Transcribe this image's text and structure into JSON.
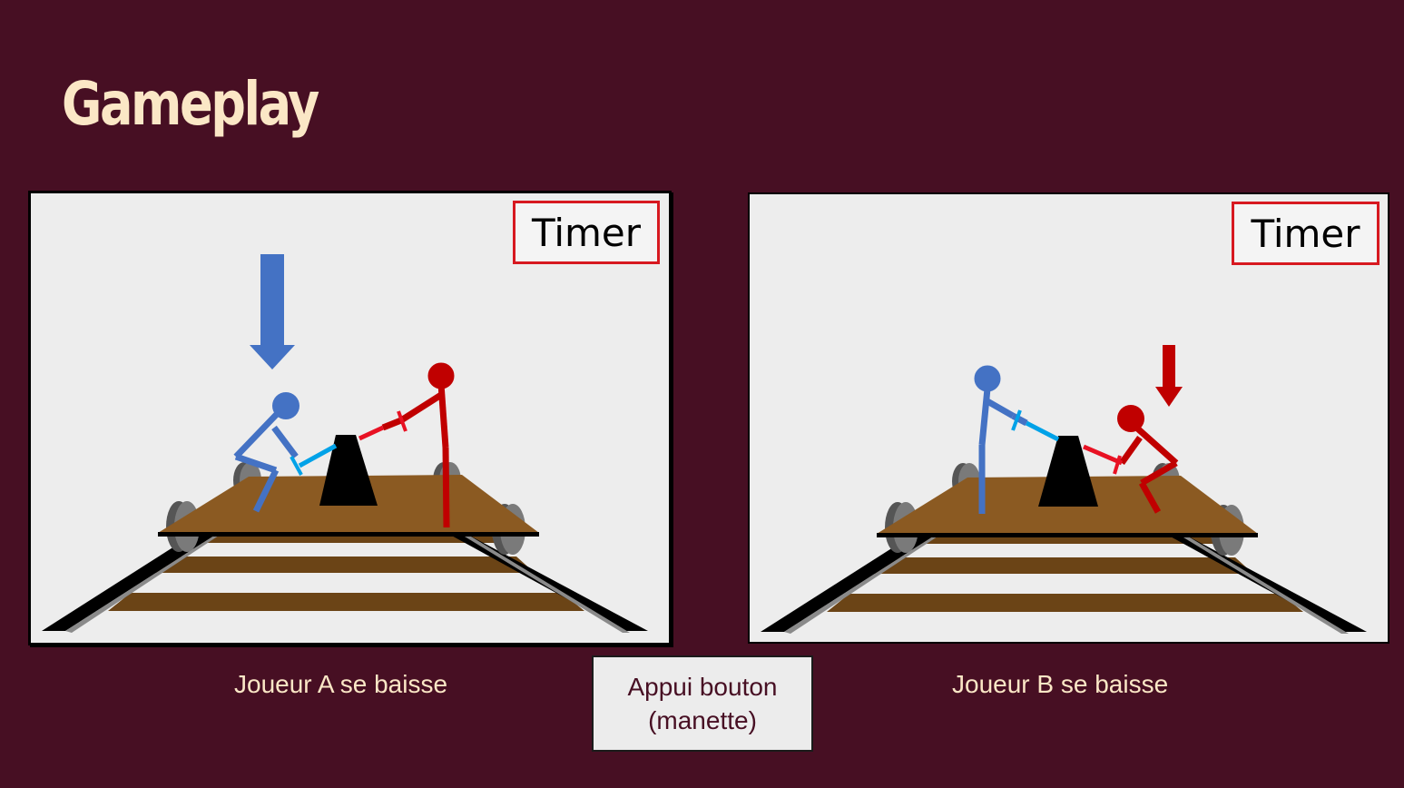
{
  "slide": {
    "title": "Gameplay",
    "background_color": "#470f23",
    "title_color": "#fbe7c6"
  },
  "panels": [
    {
      "timer_label": "Timer",
      "caption": "Joueur A se baisse",
      "active_player": "blue",
      "arrow_color": "#4472c4"
    },
    {
      "timer_label": "Timer",
      "caption": "Joueur B se baisse",
      "active_player": "red",
      "arrow_color": "#c00000"
    }
  ],
  "action": {
    "line1": "Appui bouton",
    "line2": "(manette)"
  },
  "colors": {
    "player_a": "#4472c4",
    "player_b": "#c00000",
    "handle_a": "#00a2e8",
    "handle_b": "#e81123",
    "cart": "#8b5a22",
    "timer_border": "#d71920"
  }
}
